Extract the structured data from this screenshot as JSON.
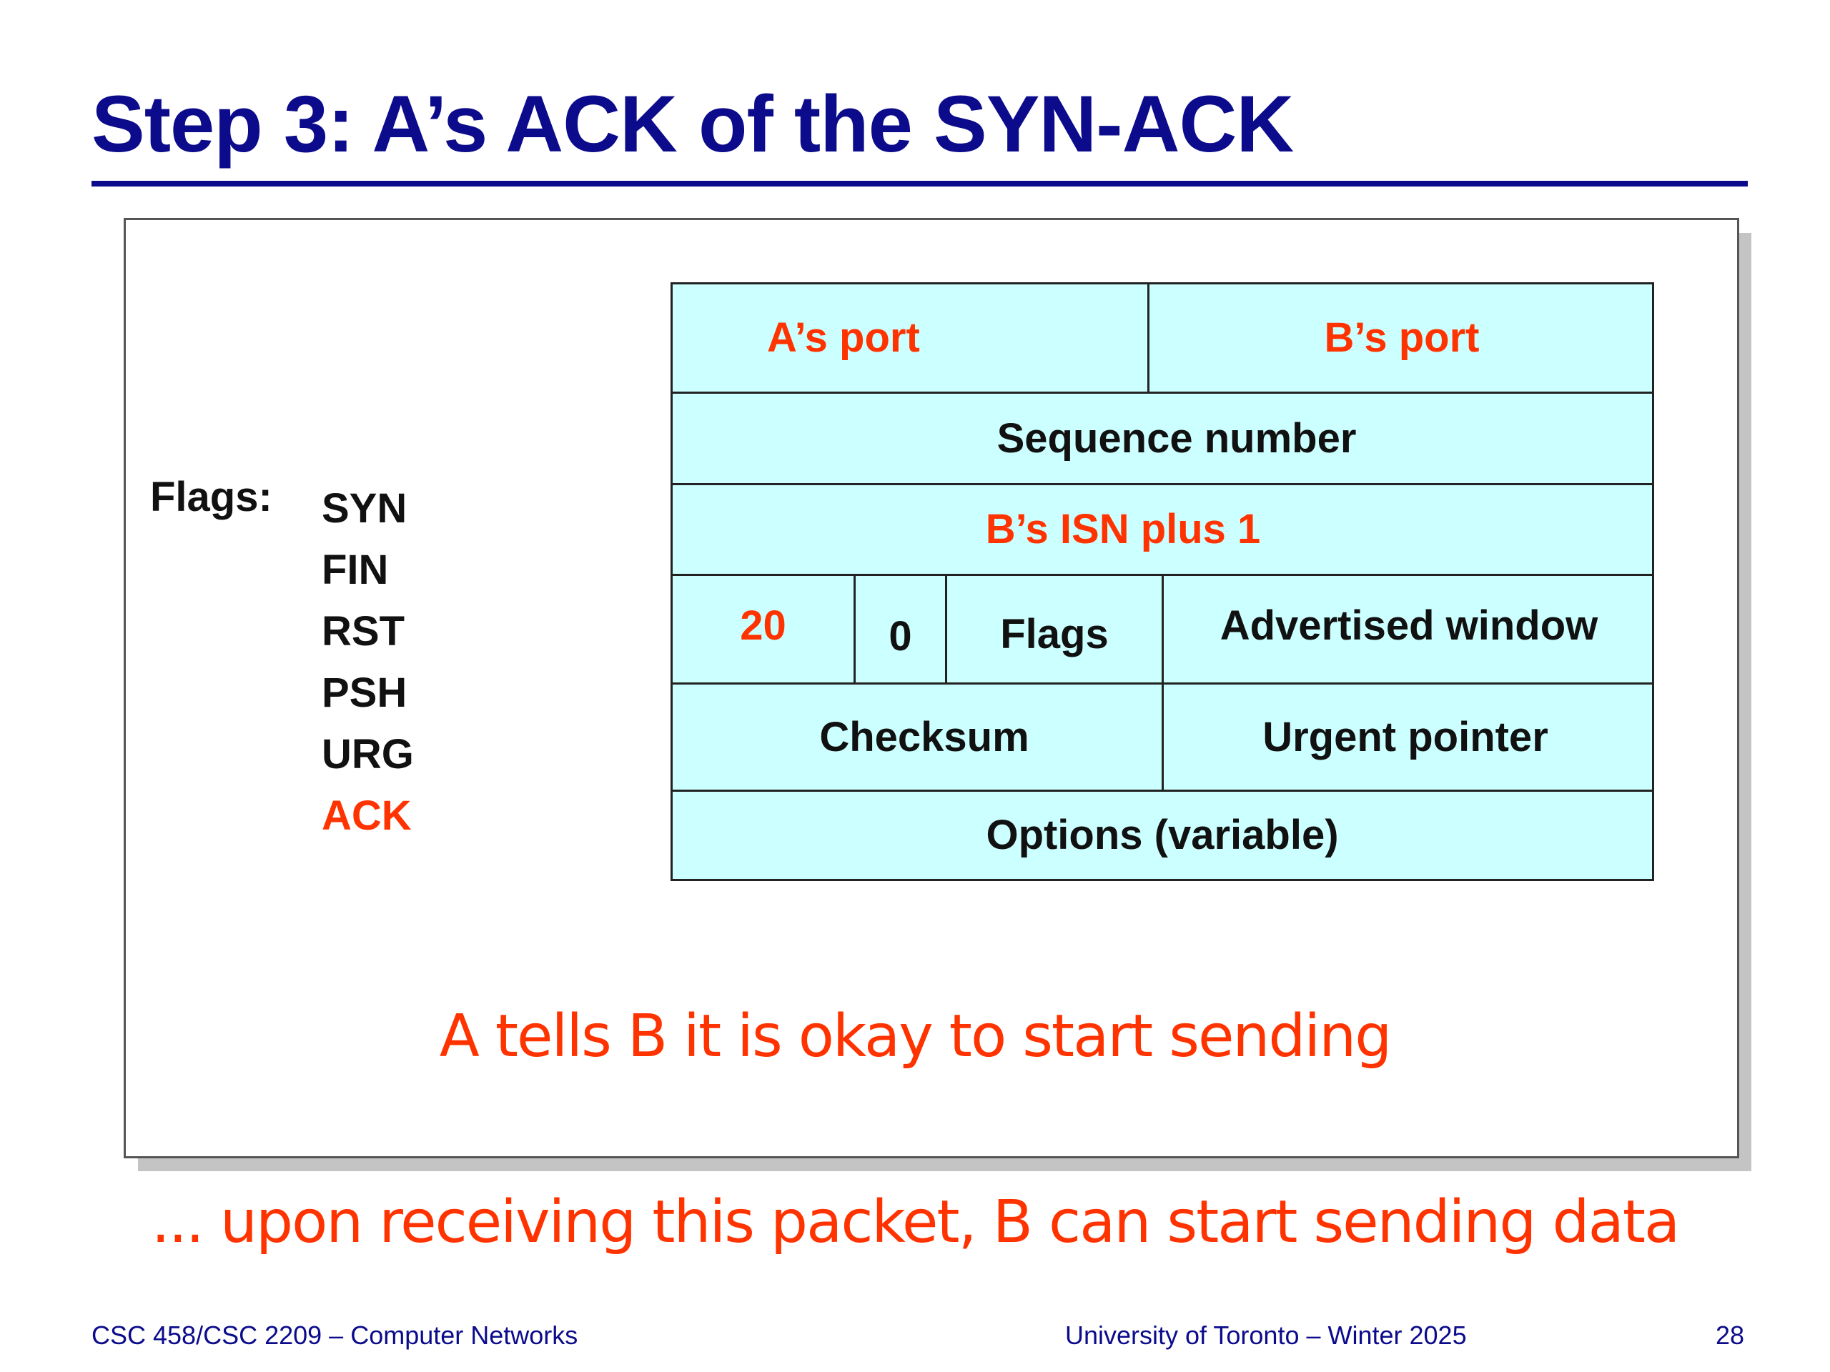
{
  "slide": {
    "title": "Step 3: A’s ACK of the SYN-ACK",
    "accent_color": "#0b0b8c",
    "highlight_color": "#ff3300",
    "field_fill_color": "#ccffff"
  },
  "flags": {
    "label": "Flags:",
    "items": [
      {
        "name": "SYN",
        "active": false
      },
      {
        "name": "FIN",
        "active": false
      },
      {
        "name": "RST",
        "active": false
      },
      {
        "name": "PSH",
        "active": false
      },
      {
        "name": "URG",
        "active": false
      },
      {
        "name": "ACK",
        "active": true
      }
    ]
  },
  "tcp_header": {
    "src_port": "A’s port",
    "dst_port": "B’s port",
    "sequence_number": "Sequence number",
    "ack_value": "B’s ISN plus 1",
    "header_length": "20",
    "reserved": "0",
    "flags": "Flags",
    "advertised_window": "Advertised window",
    "checksum": "Checksum",
    "urgent_pointer": "Urgent pointer",
    "options": "Options (variable)"
  },
  "notes": {
    "inside": "A tells B it is okay to start sending",
    "below": "... upon receiving this packet, B can start sending data"
  },
  "footer": {
    "course": "CSC 458/CSC 2209 – Computer Networks",
    "university": "University of Toronto – Winter 2025",
    "page_number": "28"
  }
}
